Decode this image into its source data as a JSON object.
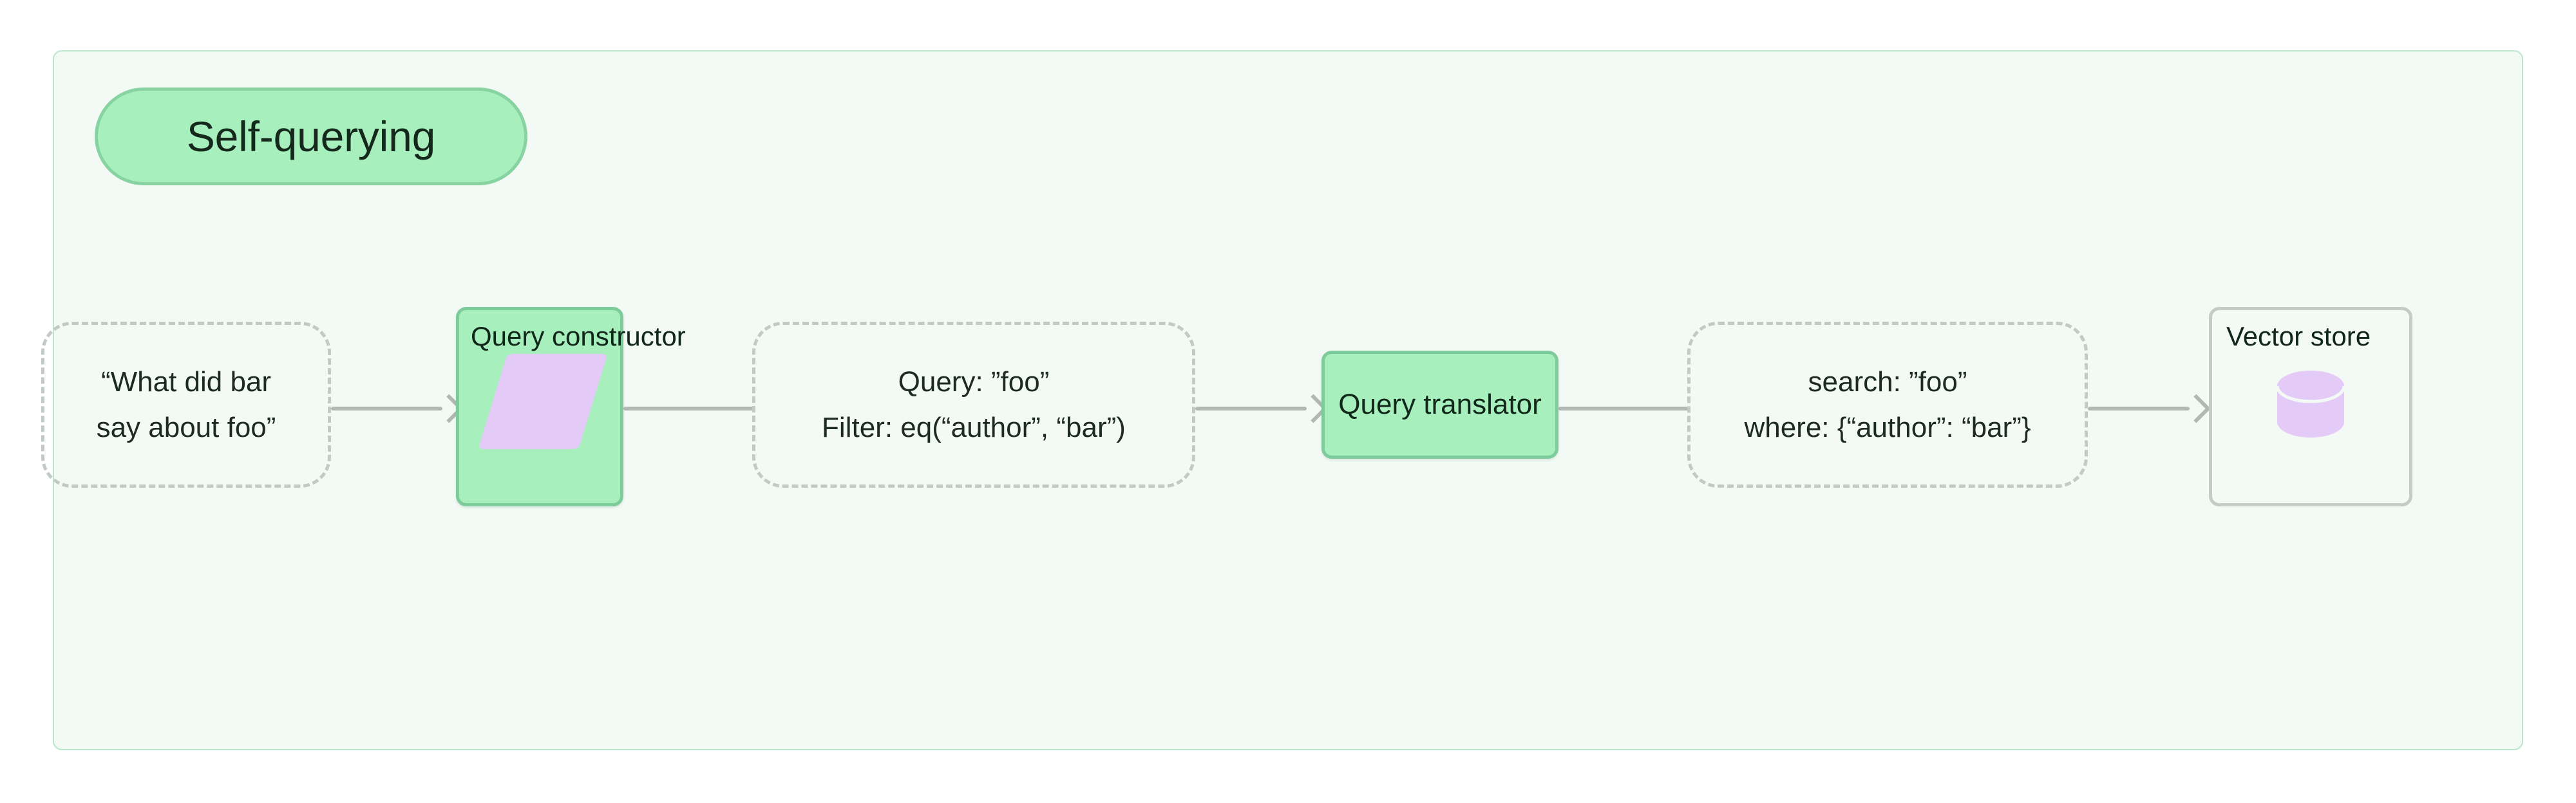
{
  "diagram": {
    "title": "Self-querying",
    "theme": {
      "canvas_background": "#f3faf5",
      "container_border": "#b9e7c9",
      "process_fill": "#a8efbe",
      "process_border": "#7ecb9b",
      "accent_purple": "#e3caf7",
      "dashed_border": "#c3cac5",
      "connector": "#b2b8b4",
      "store_border": "#c5ccc7",
      "text": "#11271a"
    },
    "nodes": [
      {
        "id": "user-question",
        "kind": "dashed",
        "lines": [
          "“What did bar",
          "say about foo”"
        ]
      },
      {
        "id": "query-constructor",
        "kind": "process",
        "title": "Query constructor",
        "icon": "parallelogram-icon"
      },
      {
        "id": "structured-query",
        "kind": "dashed",
        "lines": [
          "Query: ”foo”",
          "Filter: eq(“author”, “bar”)"
        ]
      },
      {
        "id": "query-translator",
        "kind": "process",
        "title": "Query translator"
      },
      {
        "id": "translated-query",
        "kind": "dashed",
        "lines": [
          "search: ”foo”",
          "where: {“author”: “bar”}"
        ]
      },
      {
        "id": "vector-store",
        "kind": "store",
        "title": "Vector store",
        "icon": "database-cylinder-icon"
      }
    ],
    "connectors": [
      {
        "id": "c1",
        "from": "user-question",
        "to": "query-constructor",
        "arrowhead": true
      },
      {
        "id": "c2",
        "from": "query-constructor",
        "to": "structured-query",
        "arrowhead": false
      },
      {
        "id": "c3",
        "from": "structured-query",
        "to": "query-translator",
        "arrowhead": true
      },
      {
        "id": "c4",
        "from": "query-translator",
        "to": "translated-query",
        "arrowhead": false
      },
      {
        "id": "c5",
        "from": "translated-query",
        "to": "vector-store",
        "arrowhead": true
      }
    ]
  }
}
